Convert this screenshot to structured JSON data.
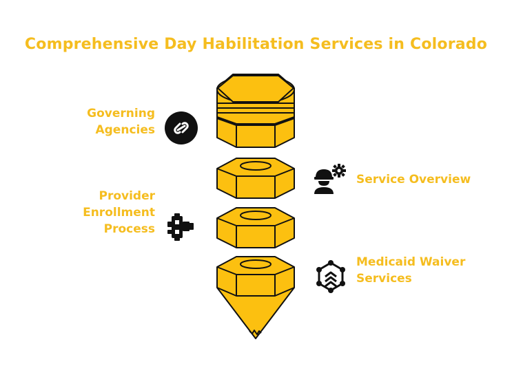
{
  "title": "Comprehensive Day Habilitation Services in Colorado",
  "colors": {
    "accent": "#f5bd1f",
    "fill": "#fcc010",
    "stroke": "#111111"
  },
  "left_items": [
    {
      "label": "Governing Agencies",
      "icon": "link-icon",
      "description": ""
    },
    {
      "label": "Provider Enrollment Process",
      "icon": "puzzle-icon",
      "description": ""
    }
  ],
  "right_items": [
    {
      "label": "Service Overview",
      "icon": "worker-gear-icon",
      "description": ""
    },
    {
      "label": "Medicaid Waiver Services",
      "icon": "network-arrows-icon",
      "description": ""
    }
  ]
}
